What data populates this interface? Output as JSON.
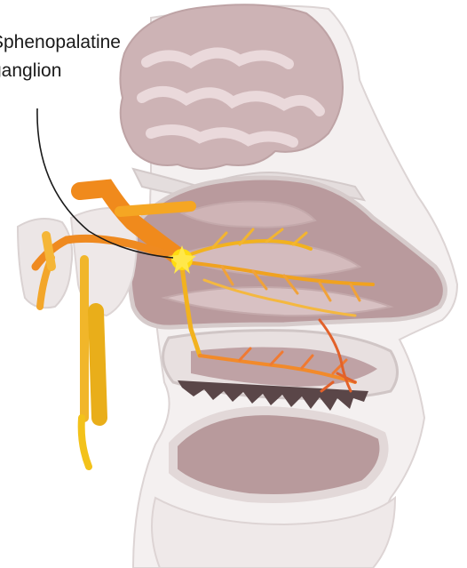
{
  "label": {
    "line1": "Sphenopalatine",
    "line2": "ganglion"
  },
  "colors": {
    "background": "#ffffff",
    "bone_light": "#ece6e6",
    "bone_outline": "#d9d1d1",
    "tissue": "#c9afb1",
    "tissue_dark": "#a9898c",
    "cavity": "#e8dbdc",
    "nerve_yellow": "#f3c21a",
    "nerve_orange": "#f08a1c",
    "nerve_red": "#e2612a",
    "ganglion": "#ffdc10",
    "leader_line": "#1a1a1a"
  },
  "icons": {
    "anatomy": "sagittal-nasal-cavity-illustration"
  }
}
